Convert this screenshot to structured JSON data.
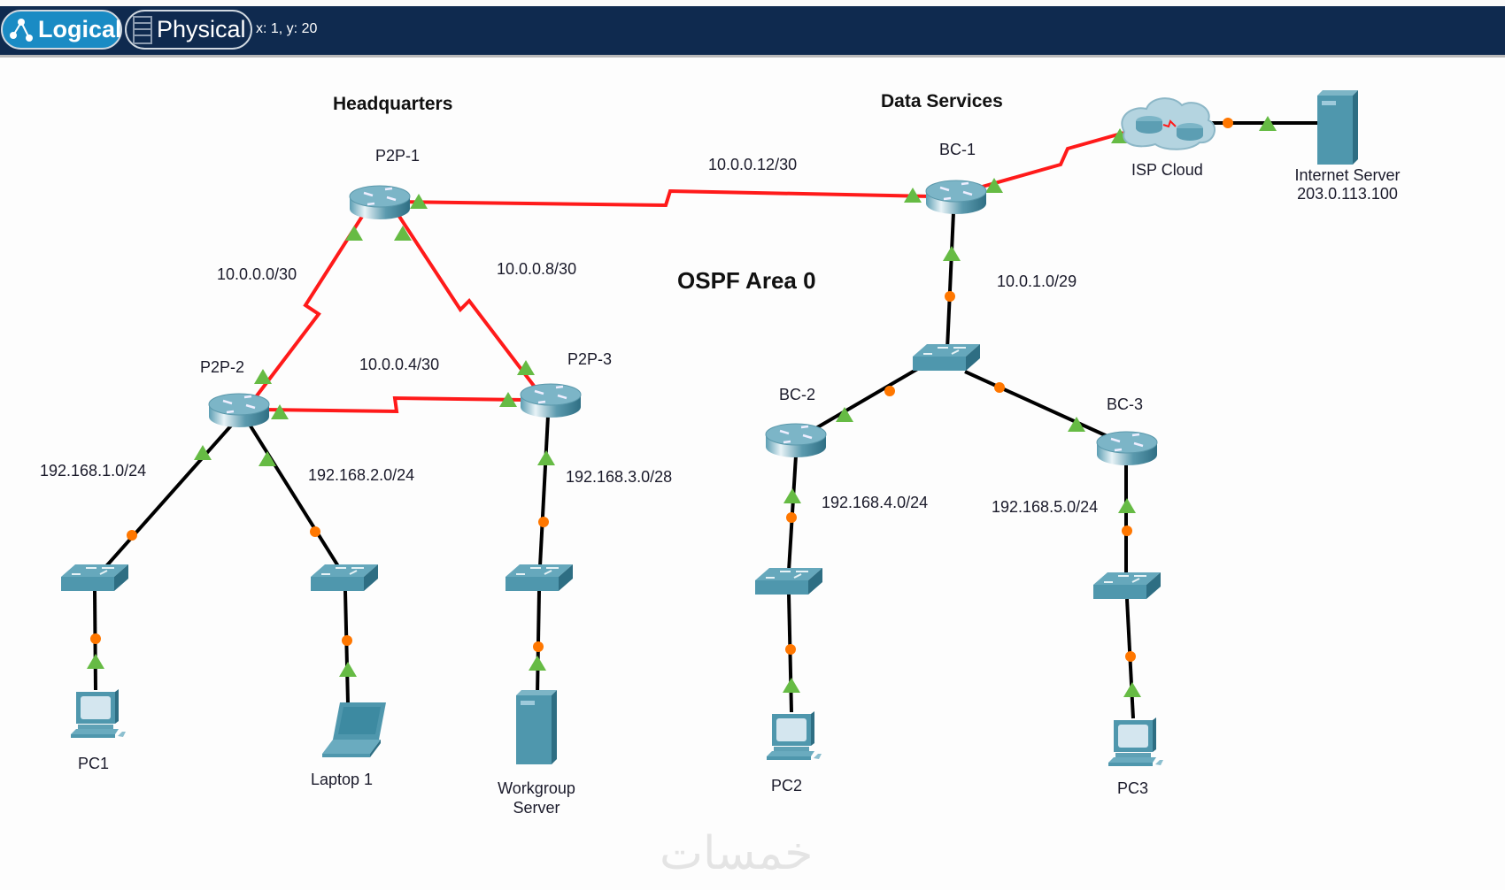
{
  "toolbar": {
    "logical_label": "Logical",
    "physical_label": "Physical",
    "coords": "x: 1, y: 20",
    "active_tab": "Logical"
  },
  "areas": {
    "headquarters": "Headquarters",
    "data_services": "Data Services",
    "ospf": "OSPF Area 0"
  },
  "devices": {
    "p2p1": "P2P-1",
    "p2p2": "P2P-2",
    "p2p3": "P2P-3",
    "bc1": "BC-1",
    "bc2": "BC-2",
    "bc3": "BC-3",
    "isp": "ISP Cloud",
    "inet_server_name": "Internet Server",
    "inet_server_ip": "203.0.113.100",
    "pc1": "PC1",
    "laptop1": "Laptop 1",
    "wg_server_line1": "Workgroup",
    "wg_server_line2": "Server",
    "pc2": "PC2",
    "pc3": "PC3"
  },
  "networks": {
    "n1": "10.0.0.0/30",
    "n2": "10.0.0.4/30",
    "n3": "10.0.0.8/30",
    "n4": "10.0.0.12/30",
    "n5": "10.0.1.0/29",
    "lan1": "192.168.1.0/24",
    "lan2": "192.168.2.0/24",
    "lan3": "192.168.3.0/28",
    "lan4": "192.168.4.0/24",
    "lan5": "192.168.5.0/24"
  },
  "colors": {
    "toolbar_bg": "#0f2a4f",
    "logical_tab": "#1a8bc4",
    "serial_link": "#ff1a1a",
    "ethernet_link": "#000000",
    "link_up": "#66bb44",
    "link_orange": "#ff7700",
    "device": "#4e97ad"
  },
  "watermark": "خمسات"
}
